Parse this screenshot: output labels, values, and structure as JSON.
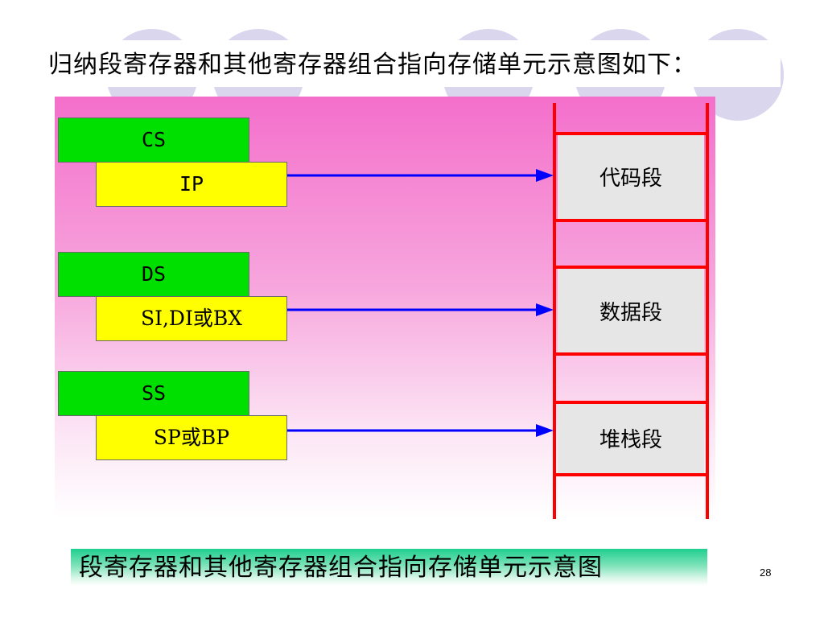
{
  "title": "归纳段寄存器和其他寄存器组合指向存储单元示意图如下：",
  "groups": [
    {
      "segment_register": "CS",
      "offset_register": "IP",
      "memory_segment": "代码段"
    },
    {
      "segment_register": "DS",
      "offset_register": "SI,DI或BX",
      "memory_segment": "数据段"
    },
    {
      "segment_register": "SS",
      "offset_register": "SP或BP",
      "memory_segment": "堆栈段"
    }
  ],
  "caption": "段寄存器和其他寄存器组合指向存储单元示意图",
  "page_number": "28",
  "colors": {
    "segment_register": "#00e000",
    "offset_register": "#ffff00",
    "arrow": "#0000ff",
    "memory_rail": "#ff0000",
    "memory_block": "#e6e6e6",
    "panel_top": "#f46fcb",
    "caption_bar": "#1fcf8f"
  }
}
